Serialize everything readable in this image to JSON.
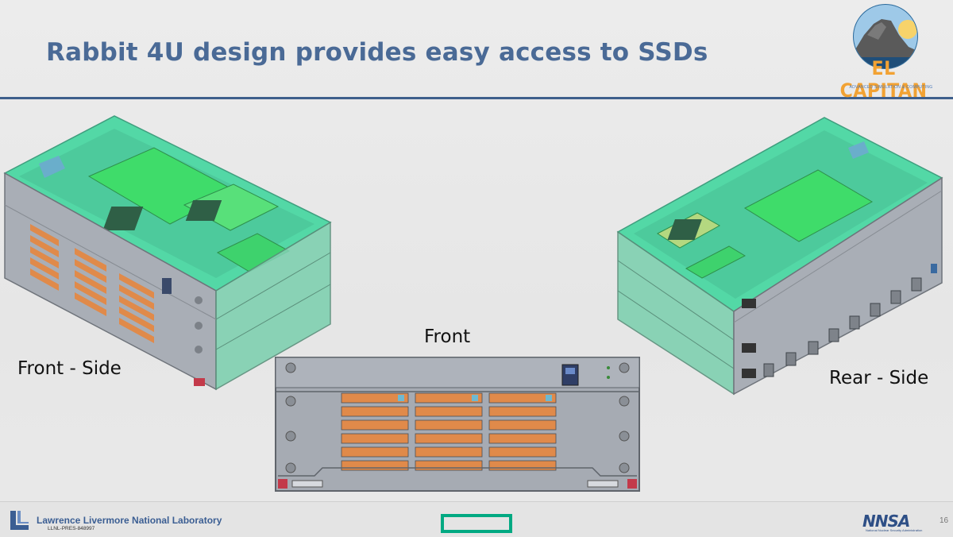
{
  "slide": {
    "title": "Rabbit 4U design provides easy access to SSDs",
    "page_number": "16"
  },
  "logo": {
    "word": "EL CAPITAN",
    "tagline": "ADVANCED SIMULATION & COMPUTING"
  },
  "views": {
    "front_side": "Front - Side",
    "front": "Front",
    "rear_side": "Rear - Side"
  },
  "footer": {
    "lab_name": "Lawrence Livermore National Laboratory",
    "pres_id": "LLNL-PRES-848997",
    "nnsa": "NNSA",
    "nnsa_sub": "National Nuclear Security Administration"
  },
  "colors": {
    "title": "#4a6a96",
    "rule": "#3e5f8c",
    "chassis_green": "#4fd8a0",
    "chassis_grey": "#a8adb5",
    "ssd_orange": "#e08a4a",
    "hpe_green": "#01a982",
    "logo_orange": "#f2a233"
  },
  "ssd_grid": {
    "columns": 3,
    "rows": 6
  }
}
